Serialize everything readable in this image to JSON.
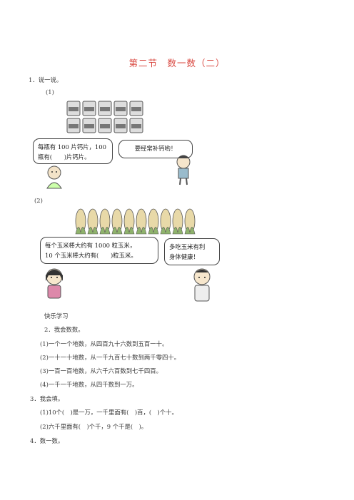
{
  "title": "第二节　数一数（二）",
  "q1": {
    "label": "1．说一说。",
    "part1": {
      "label": "(1)",
      "left_bubble": [
        "每瓶有 100 片钙片，100",
        "瓶有(　　)片钙片。"
      ],
      "right_bubble": "要经常补钙哟！"
    },
    "part2": {
      "label": "(2)",
      "left_bubble": [
        "每个玉米棒大约有 1000 粒玉米，",
        "10 个玉米棒大约有(　　)粒玉米。"
      ],
      "right_bubble": [
        "多吃玉米有利",
        "身体健康！"
      ]
    }
  },
  "section_label": "快乐学习",
  "q2": {
    "label": "2．我会数数。",
    "items": [
      "(1)一个一个地数，从四百九十六数到五百一十。",
      "(2)一十一十地数，从一千九百七十数到两千零四十。",
      "(3)一百一百地数，从六千六百数到七千四百。",
      "(4)一千一千地数，从四千数到一万。"
    ]
  },
  "q3": {
    "label": "3．我会填。",
    "items": [
      "(1)10个(　)是一万，一千里面有(　)百，(　)个十。",
      "(2)六千里面有(　)个千，9 个千是(　)。"
    ]
  },
  "q4": {
    "label": "4．数一数。"
  }
}
